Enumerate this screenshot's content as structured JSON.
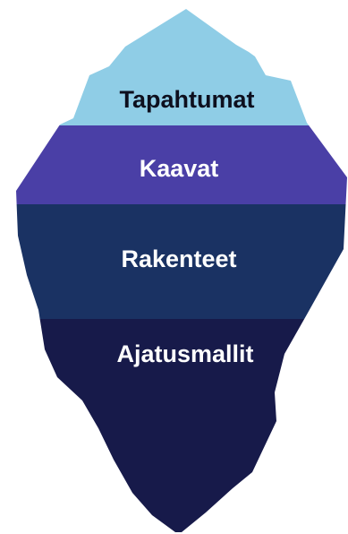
{
  "diagram": {
    "layers": [
      {
        "id": "tapahtumat",
        "label": "Tapahtumat",
        "fill": "#8fcde6",
        "text_color": "#0d0f1e"
      },
      {
        "id": "kaavat",
        "label": "Kaavat",
        "fill": "#4a3fa6",
        "text_color": "#ffffff"
      },
      {
        "id": "rakenteet",
        "label": "Rakenteet",
        "fill": "#1a3263",
        "text_color": "#ffffff"
      },
      {
        "id": "ajatusmallit",
        "label": "Ajatusmallit",
        "fill": "#171a4a",
        "text_color": "#ffffff"
      }
    ]
  }
}
